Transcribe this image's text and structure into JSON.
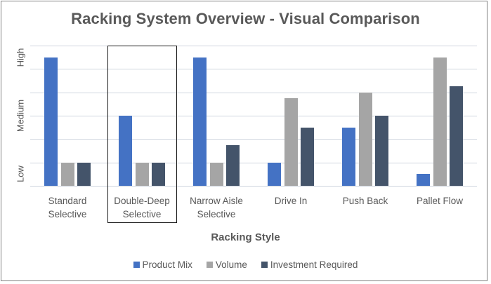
{
  "chart_data": {
    "type": "bar",
    "title": "Racking System Overview - Visual Comparison",
    "xlabel": "Racking Style",
    "ylabel": "",
    "ylim": [
      0,
      6
    ],
    "y_tick_labels": [
      "Low",
      "Medium",
      "High"
    ],
    "grid": true,
    "legend_position": "bottom",
    "categories": [
      "Standard Selective",
      "Double-Deep Selective",
      "Narrow Aisle Selective",
      "Drive In",
      "Push Back",
      "Pallet Flow"
    ],
    "category_lines": [
      [
        "Standard",
        "Selective"
      ],
      [
        "Double-Deep",
        "Selective"
      ],
      [
        "Narrow Aisle",
        "Selective"
      ],
      [
        "Drive In",
        ""
      ],
      [
        "Push Back",
        ""
      ],
      [
        "Pallet Flow",
        ""
      ]
    ],
    "series": [
      {
        "name": "Product Mix",
        "color": "#4472C4",
        "values": [
          5.5,
          3,
          5.5,
          1,
          2.5,
          0.5
        ]
      },
      {
        "name": "Volume",
        "color": "#A5A5A5",
        "values": [
          1,
          1,
          1,
          3.75,
          4,
          5.5
        ]
      },
      {
        "name": "Investment Required",
        "color": "#44546A",
        "values": [
          1,
          1,
          1.75,
          2.5,
          3,
          4.25
        ]
      }
    ],
    "highlighted_category": "Double-Deep Selective"
  }
}
